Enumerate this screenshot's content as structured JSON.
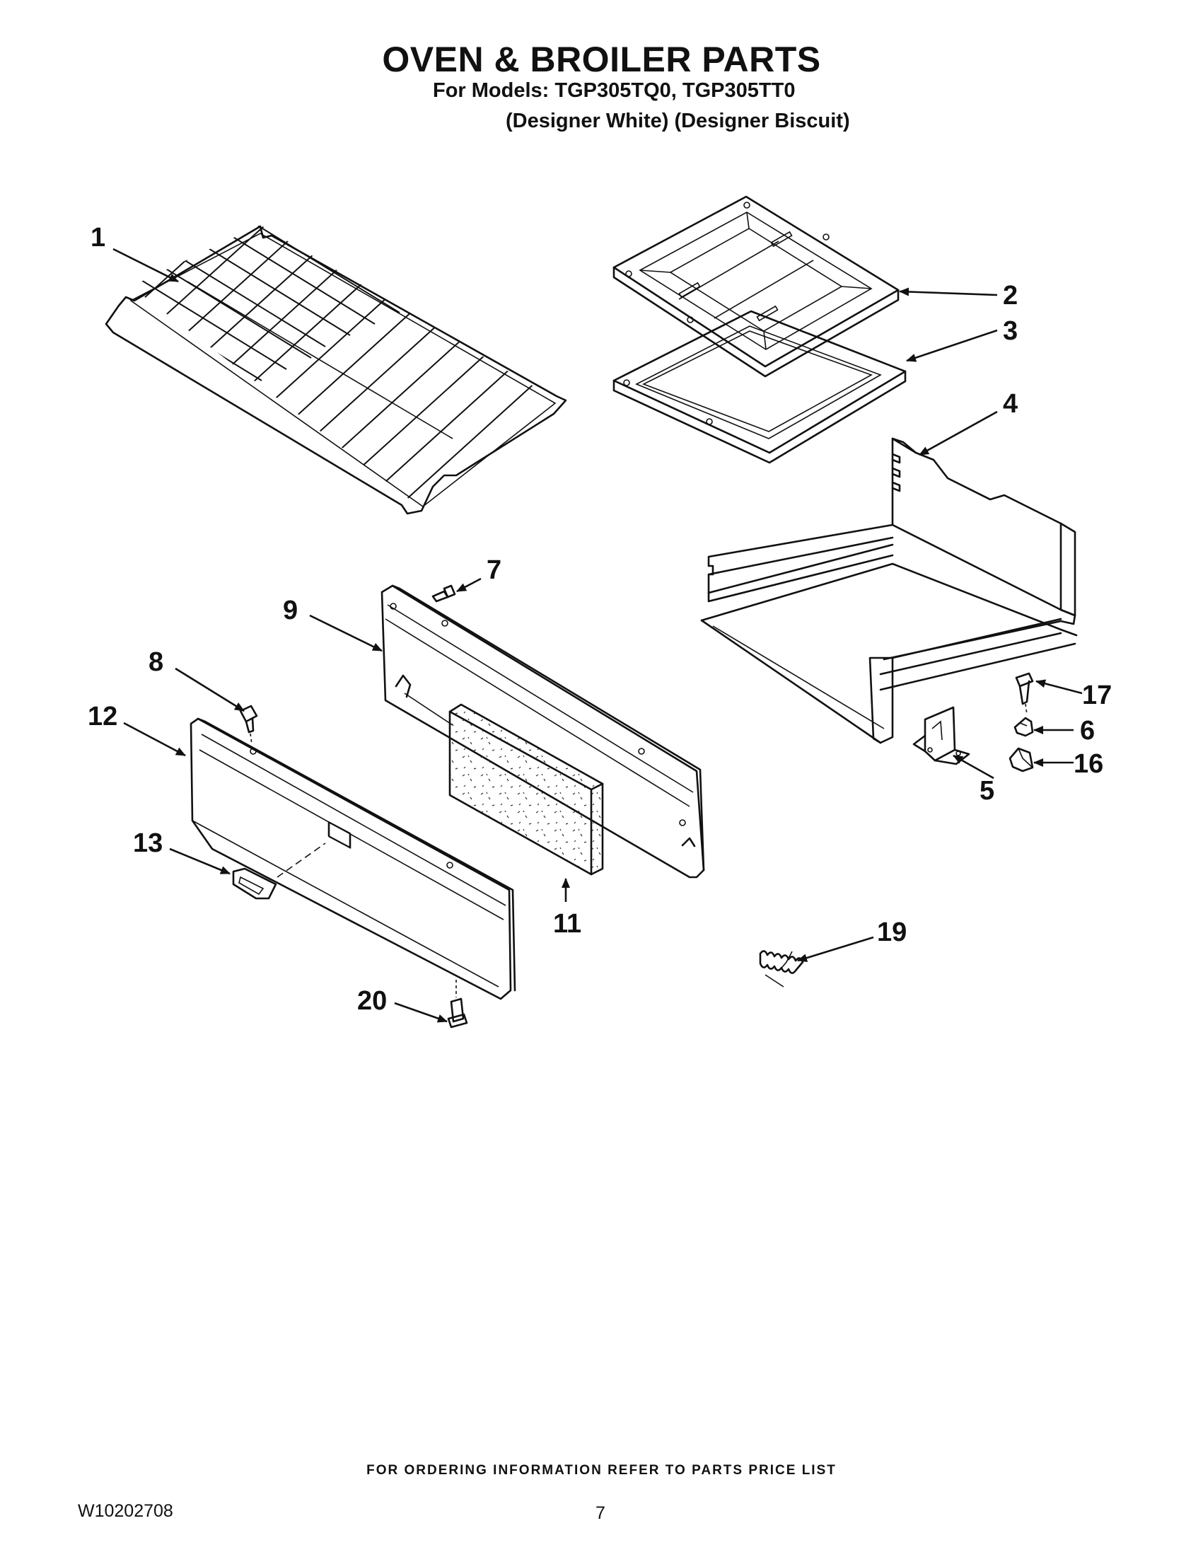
{
  "header": {
    "title": "OVEN & BROILER PARTS",
    "models_line": "For Models: TGP305TQ0, TGP305TT0",
    "colors_line": "(Designer White) (Designer Biscuit)"
  },
  "callouts": [
    "1",
    "2",
    "3",
    "4",
    "5",
    "6",
    "7",
    "8",
    "9",
    "11",
    "12",
    "13",
    "16",
    "17",
    "19",
    "20"
  ],
  "footer": {
    "ordering_note": "FOR ORDERING INFORMATION REFER TO PARTS PRICE LIST",
    "document_number": "W10202708",
    "page_number": "7"
  }
}
